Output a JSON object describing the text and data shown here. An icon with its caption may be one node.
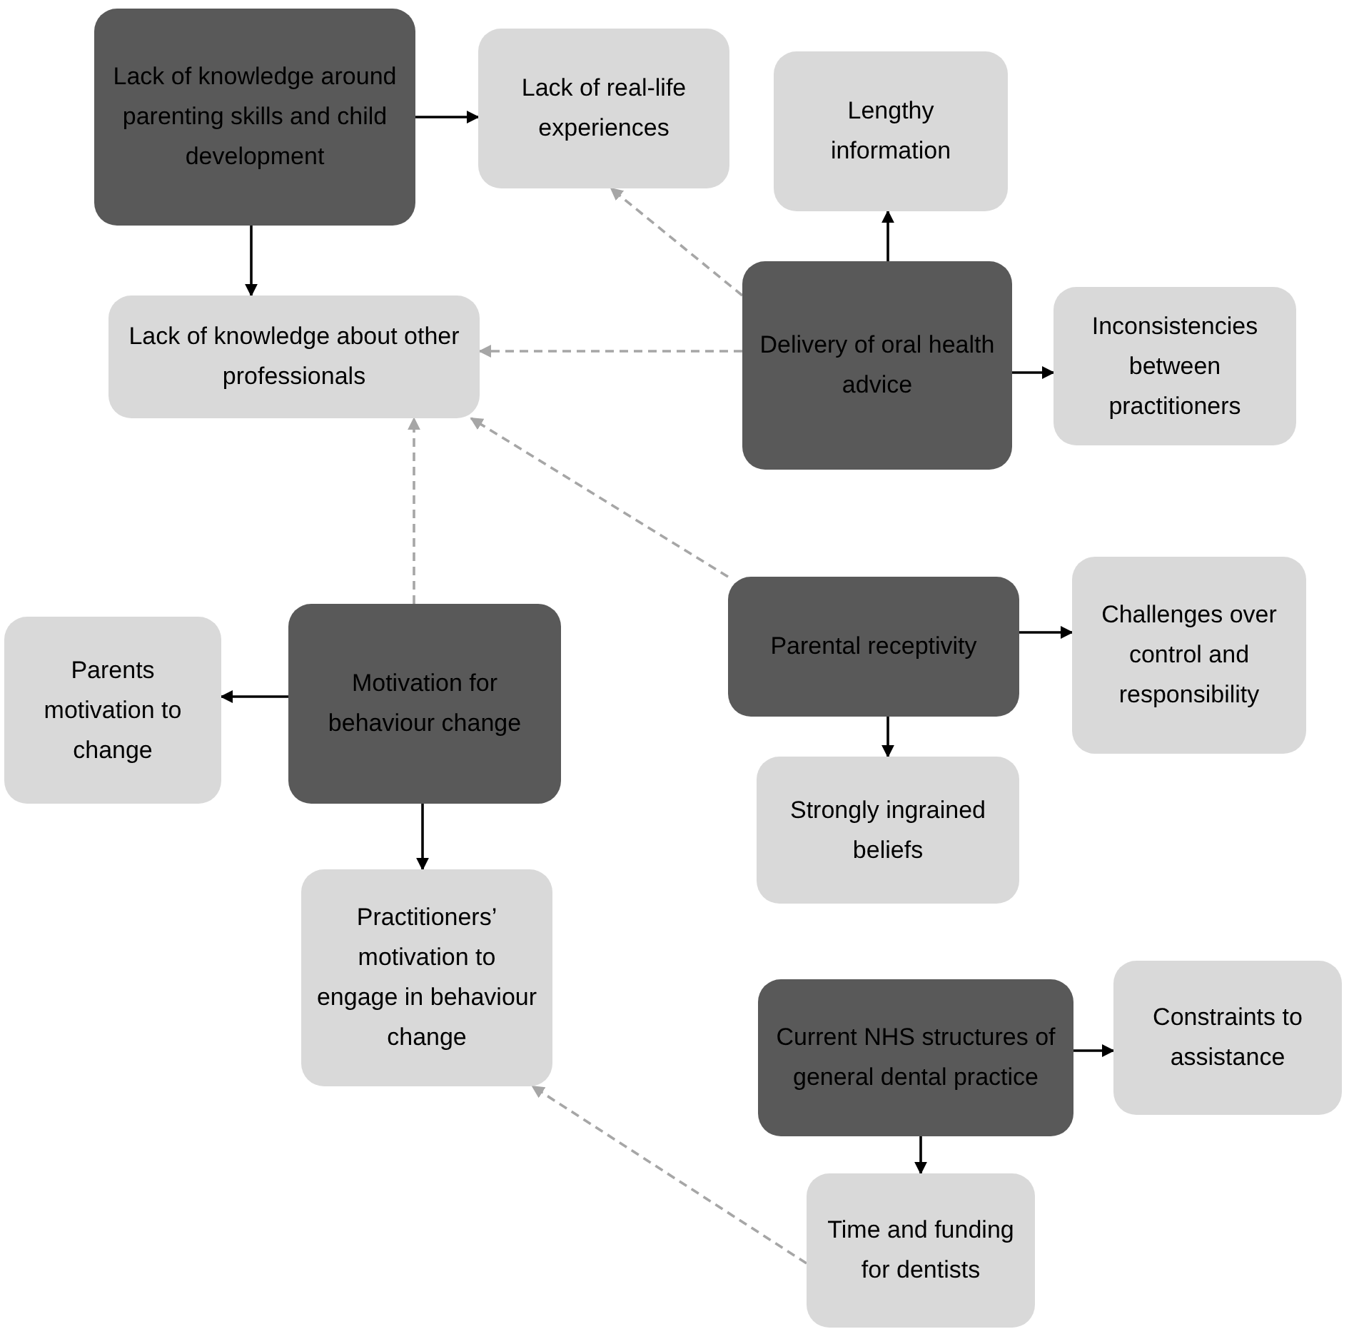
{
  "diagram": {
    "nodes": [
      {
        "text": [
          "Lack of knowledge around parenting skills and child development"
        ]
      },
      {
        "text": [
          "Lack of real-life experiences"
        ]
      },
      {
        "text": [
          "Lengthy information"
        ]
      },
      {
        "text": [
          "Lack of knowledge about other professionals"
        ]
      },
      {
        "text": [
          "Delivery of oral health advice"
        ]
      },
      {
        "text": [
          "Inconsistencies between practitioners"
        ]
      },
      {
        "text": [
          "Parents motivation to change"
        ]
      },
      {
        "text": [
          "Motivation for behaviour change"
        ]
      },
      {
        "text": [
          "Parental receptivity"
        ]
      },
      {
        "text": [
          "Challenges over control and responsibility"
        ]
      },
      {
        "text": [
          "Strongly ingrained beliefs"
        ]
      },
      {
        "text": [
          "Practitioners’ motivation to engage in behaviour change"
        ]
      },
      {
        "text": [
          "Current NHS structures of general dental practice"
        ]
      },
      {
        "text": [
          "Constraints to assistance"
        ]
      },
      {
        "text": [
          "Time and funding for dentists"
        ]
      }
    ],
    "edges": [
      {
        "from": 0,
        "to": 1,
        "arrow": "to"
      },
      {
        "from": 0,
        "to": 3,
        "arrow": "to"
      },
      {
        "from": 4,
        "to": 1,
        "arrow": "to",
        "style": "dashed",
        "color": "#a6a6a6"
      },
      {
        "from": 4,
        "to": 2,
        "arrow": "to"
      },
      {
        "from": 4,
        "to": 3,
        "arrow": "to",
        "style": "dashed",
        "color": "#a6a6a6"
      },
      {
        "from": 4,
        "to": 5,
        "arrow": "to"
      },
      {
        "from": 8,
        "to": 3,
        "arrow": "to",
        "style": "dashed",
        "color": "#a6a6a6"
      },
      {
        "from": 7,
        "to": 3,
        "arrow": "to",
        "style": "dashed",
        "color": "#a6a6a6"
      },
      {
        "from": 7,
        "to": 6,
        "arrow": "to"
      },
      {
        "from": 7,
        "to": 11,
        "arrow": "to"
      },
      {
        "from": 8,
        "to": 9,
        "arrow": "to"
      },
      {
        "from": 8,
        "to": 10,
        "arrow": "to"
      },
      {
        "from": 12,
        "to": 13,
        "arrow": "to"
      },
      {
        "from": 12,
        "to": 14,
        "arrow": "to"
      },
      {
        "from": 14,
        "to": 11,
        "arrow": "to",
        "style": "dashed",
        "color": "#a6a6a6"
      }
    ]
  }
}
